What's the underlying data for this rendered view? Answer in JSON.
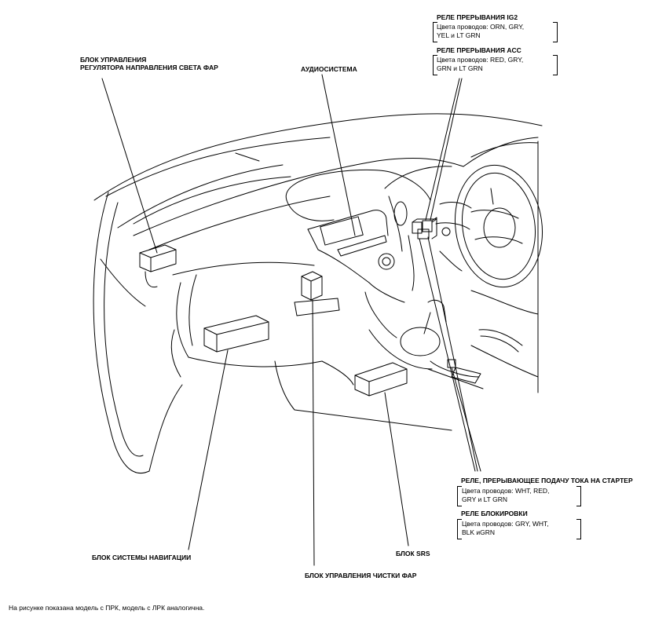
{
  "labels": {
    "headlight_leveling_unit_1": "БЛОК УПРАВЛЕНИЯ",
    "headlight_leveling_unit_2": "РЕГУЛЯТОРА НАПРАВЛЕНИЯ СВЕТА ФАР",
    "audio_system": "АУДИОСИСТЕМА",
    "ig2_relay_title": "РЕЛЕ ПРЕРЫВАНИЯ IG2",
    "ig2_relay_wires_1": "Цвета проводов: ORN, GRY,",
    "ig2_relay_wires_2": "YEL и LT GRN",
    "acc_relay_title": "РЕЛЕ ПРЕРЫВАНИЯ ACC",
    "acc_relay_wires_1": "Цвета проводов: RED, GRY,",
    "acc_relay_wires_2": "GRN и LT GRN",
    "starter_relay_title": "РЕЛЕ, ПРЕРЫВАЮЩЕЕ ПОДАЧУ ТОКА НА СТАРТЕР",
    "starter_relay_wires_1": "Цвета проводов: WHT, RED,",
    "starter_relay_wires_2": "GRY и LT GRN",
    "interlock_relay_title": "РЕЛЕ БЛОКИРОВКИ",
    "interlock_relay_wires_1": "Цвета проводов: GRY, WHT,",
    "interlock_relay_wires_2": "BLK иGRN",
    "navigation_unit": "БЛОК СИСТЕМЫ НАВИГАЦИИ",
    "srs_unit": "БЛОК SRS",
    "headlight_washer_unit": "БЛОК УПРАВЛЕНИЯ ЧИСТКИ ФАР"
  },
  "footnote": "На рисунке показана модель с ПРК, модель с ЛРК аналогична."
}
